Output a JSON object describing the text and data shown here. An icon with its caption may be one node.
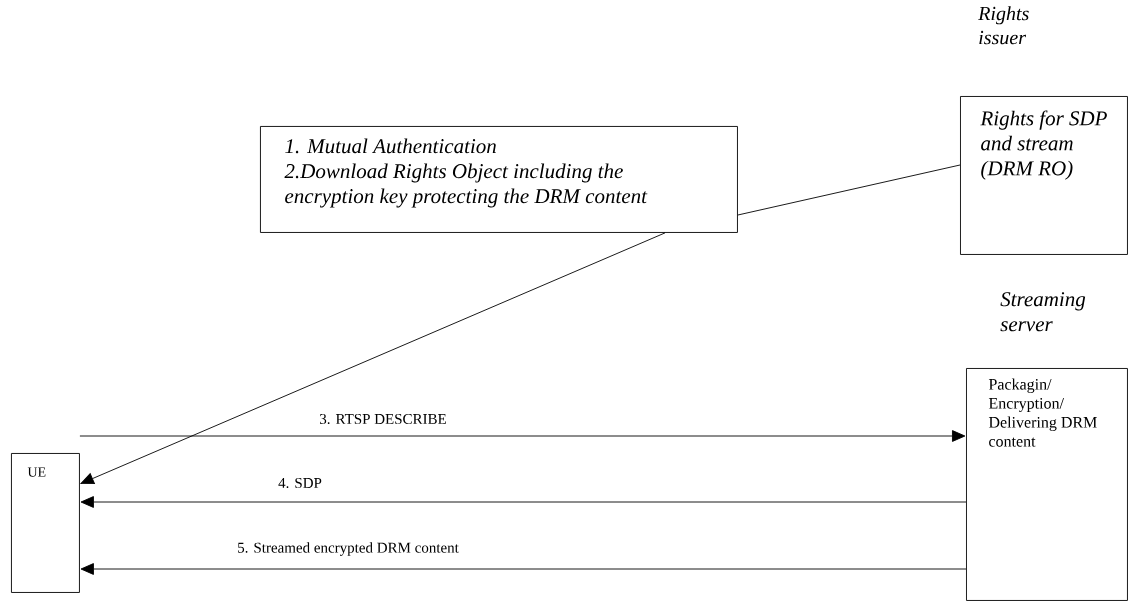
{
  "diagram": {
    "nodes": [
      {
        "text": [
          "Rights issuer",
          "Rights for SDP and stream (DRM RO)"
        ]
      },
      {
        "text": [
          "1. Mutual Authentication",
          "2.Download Rights Object including the encryption key protecting the DRM content"
        ]
      },
      {
        "text": [
          "UE"
        ]
      },
      {
        "text": [
          "Streaming server",
          "Packagin/ Encryption/ Delivering DRM content"
        ]
      }
    ],
    "edges": [
      {
        "from": 0,
        "to": 1,
        "arrow": "none"
      },
      {
        "from": 1,
        "to": 2,
        "arrow": "to"
      },
      {
        "from": 2,
        "to": 3,
        "arrow": "to",
        "label": "3. RTSP DESCRIBE"
      },
      {
        "from": 3,
        "to": 2,
        "arrow": "to",
        "label": "4. SDP"
      },
      {
        "from": 3,
        "to": 2,
        "arrow": "to",
        "label": "5. Streamed encrypted DRM content"
      }
    ]
  }
}
